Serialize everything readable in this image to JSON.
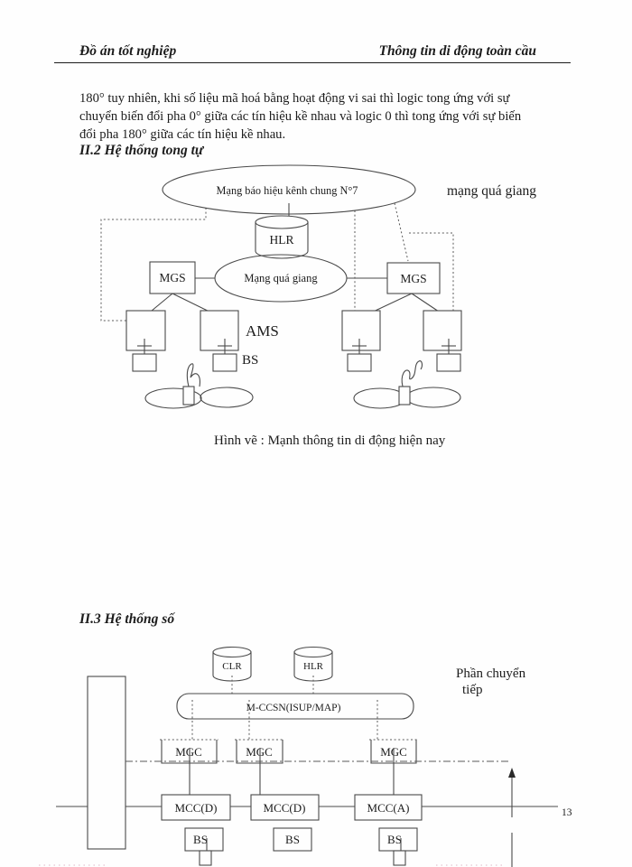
{
  "colors": {
    "ink": "#1c1c1c",
    "line": "#4a4a4a",
    "paper": "#fefefe"
  },
  "page": {
    "header": {
      "left": "Đồ án tốt nghiệp",
      "right": "Thông tin di động toàn cầu"
    },
    "paragraph_lines": [
      "180°  tuy nhiên, khi số liệu mã hoá bằng hoạt động vi sai thì logic tong  ứng với sự",
      "chuyển biến đổi pha 0°  giữa các tín hiệu kề nhau và logic 0 thì tong  ứng với sự biến",
      "đổi pha 180°  giữa các tín hiệu kề nhau."
    ],
    "section2_heading": "II.2 Hệ thống tong  tự",
    "caption": "Hình vẽ :  Mạnh thông tin di động hiện nay",
    "section3_heading": "II.3 Hệ thống số",
    "page_number": "13"
  },
  "diagram_analog": {
    "signaling_cloud": "Mạng báo hiệu kênh chung N°7",
    "transit_note": "mạng quá giang",
    "hlr_label": "HLR",
    "transit_cloud": "Mạng quá giang",
    "mgs_left": "MGS",
    "mgs_right": "MGS",
    "ams_note": "AMS",
    "bs_note": "BS"
  },
  "diagram_digital": {
    "clr_label": "CLR",
    "hlr_label": "HLR",
    "relay_note_line1": "Phần chuyển",
    "relay_note_line2": "tiếp",
    "backbone_label": "M-CCSN(ISUP/MAP)",
    "mgc_labels": [
      "MGC",
      "MGC",
      "MGC"
    ],
    "mcc_labels": [
      "MCC(D)",
      "MCC(D)",
      "MCC(A)"
    ],
    "bs_labels": [
      "BS",
      "BS",
      "BS"
    ]
  }
}
